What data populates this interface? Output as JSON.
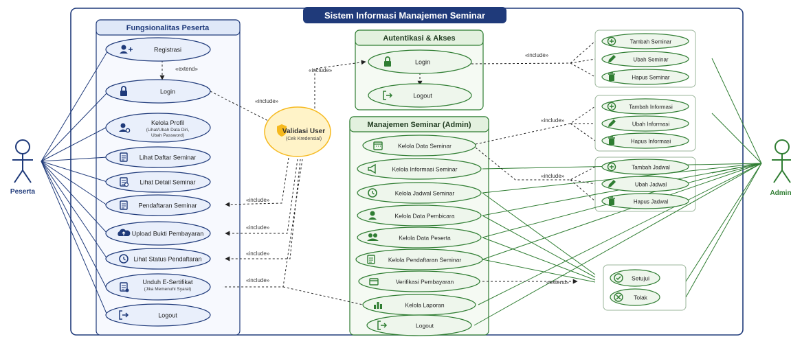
{
  "system": {
    "title": "Sistem Informasi Manajemen Seminar"
  },
  "actors": {
    "peserta": "Peserta",
    "admin": "Admin"
  },
  "colors": {
    "blue": "#1f3a7a",
    "blue_fill": "#e9effb",
    "green": "#2f7d32",
    "green_fill": "#eef6ec",
    "yellow": "#f6b91e",
    "yellow_fill": "#fff3c8",
    "line": "#333333"
  },
  "packages": {
    "peserta": {
      "title": "Fungsionalitas Peserta",
      "use_cases": [
        {
          "label": "Registrasi",
          "icon": "user-add-icon"
        },
        {
          "label": "Login",
          "icon": "lock-icon"
        },
        {
          "label": "Kelola Profil",
          "sub1": "(Lihat/Ubah Data Diri,",
          "sub2": "Ubah Password)",
          "icon": "user-gear-icon"
        },
        {
          "label": "Lihat Daftar Seminar",
          "icon": "list-icon"
        },
        {
          "label": "Lihat Detail Seminar",
          "icon": "search-doc-icon"
        },
        {
          "label": "Pendaftaran Seminar",
          "icon": "clipboard-icon"
        },
        {
          "label": "Upload Bukti Pembayaran",
          "icon": "cloud-upload-icon"
        },
        {
          "label": "Lihat Status Pendaftaran",
          "icon": "clock-icon"
        },
        {
          "label": "Unduh E-Sertifikat",
          "sub1": "(Jika Memenuhi Syarat)",
          "icon": "certificate-icon"
        },
        {
          "label": "Logout",
          "icon": "logout-icon"
        }
      ]
    },
    "auth": {
      "title": "Autentikasi & Akses",
      "use_cases": [
        {
          "label": "Login",
          "icon": "lock-icon"
        },
        {
          "label": "Logout",
          "icon": "logout-icon"
        }
      ]
    },
    "admin": {
      "title": "Manajemen Seminar (Admin)",
      "use_cases": [
        {
          "label": "Kelola Data Seminar",
          "icon": "calendar-icon"
        },
        {
          "label": "Kelola Informasi Seminar",
          "icon": "megaphone-icon"
        },
        {
          "label": "Kelola Jadwal Seminar",
          "icon": "clock-icon"
        },
        {
          "label": "Kelola Data Pembicara",
          "icon": "speaker-icon"
        },
        {
          "label": "Kelola Data Peserta",
          "icon": "users-icon"
        },
        {
          "label": "Kelola Pendaftaran Seminar",
          "icon": "clipboard-icon"
        },
        {
          "label": "Verifikasi Pembayaran",
          "icon": "payment-icon"
        },
        {
          "label": "Kelola Laporan",
          "icon": "bar-chart-icon"
        },
        {
          "label": "Logout",
          "icon": "logout-icon"
        }
      ]
    },
    "seminar_ops": [
      {
        "label": "Tambah Seminar",
        "icon": "plus-circle-icon"
      },
      {
        "label": "Ubah Seminar",
        "icon": "pencil-icon"
      },
      {
        "label": "Hapus Seminar",
        "icon": "trash-icon"
      }
    ],
    "info_ops": [
      {
        "label": "Tambah Informasi",
        "icon": "plus-circle-icon"
      },
      {
        "label": "Ubah Informasi",
        "icon": "pencil-icon"
      },
      {
        "label": "Hapus Informasi",
        "icon": "trash-icon"
      }
    ],
    "jadwal_ops": [
      {
        "label": "Tambah Jadwal",
        "icon": "plus-circle-icon"
      },
      {
        "label": "Ubah Jadwal",
        "icon": "pencil-icon"
      },
      {
        "label": "Hapus Jadwal",
        "icon": "trash-icon"
      }
    ],
    "verif_ops": [
      {
        "label": "Setujui",
        "icon": "check-circle-icon"
      },
      {
        "label": "Tolak",
        "icon": "x-circle-icon"
      }
    ]
  },
  "validasi": {
    "label": "Validasi User",
    "sub": "(Cek Kredensial)",
    "icon": "shield-icon"
  },
  "relations": {
    "include": "«include»",
    "extend": "«extend»"
  }
}
